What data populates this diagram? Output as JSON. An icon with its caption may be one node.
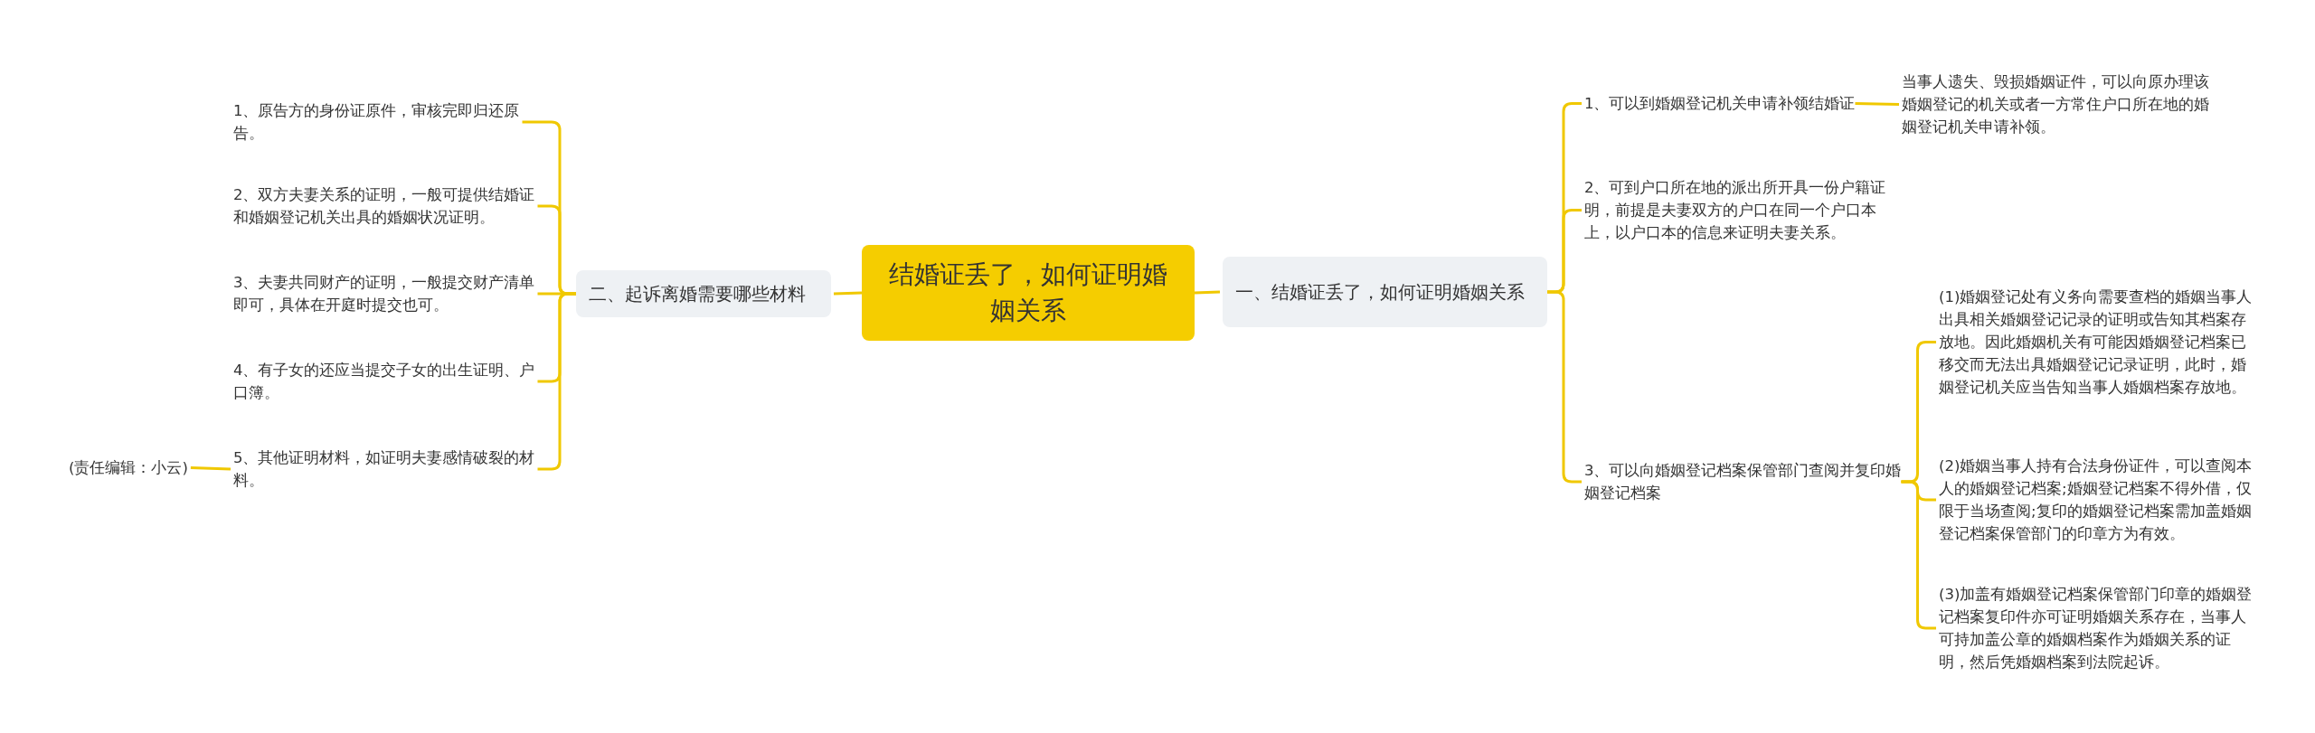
{
  "diagram": {
    "nodes": [
      {
        "text": [
          "结婚证丢了，如何证明婚姻关系"
        ]
      },
      {
        "text": [
          "二、起诉离婚需要哪些材料"
        ]
      },
      {
        "text": [
          "1、原告方的身份证原件，审核完即归还原告。"
        ]
      },
      {
        "text": [
          "2、双方夫妻关系的证明，一般可提供结婚证和婚姻登记机关出具的婚姻状况证明。"
        ]
      },
      {
        "text": [
          "3、夫妻共同财产的证明，一般提交财产清单即可，具体在开庭时提交也可。"
        ]
      },
      {
        "text": [
          "4、有子女的还应当提交子女的出生证明、户口簿。"
        ]
      },
      {
        "text": [
          "5、其他证明材料，如证明夫妻感情破裂的材料。"
        ]
      },
      {
        "text": [
          "(责任编辑：小云)"
        ]
      },
      {
        "text": [
          "一、结婚证丢了，如何证明婚姻关系"
        ]
      },
      {
        "text": [
          "1、可以到婚姻登记机关申请补领结婚证"
        ]
      },
      {
        "text": [
          "当事人遗失、毁损婚姻证件，可以向原办理该婚姻登记的机关或者一方常住户口所在地的婚姻登记机关申请补领。"
        ]
      },
      {
        "text": [
          "2、可到户口所在地的派出所开具一份户籍证明，前提是夫妻双方的户口在同一个户口本上，以户口本的信息来证明夫妻关系。"
        ]
      },
      {
        "text": [
          "3、可以向婚姻登记档案保管部门查阅并复印婚姻登记档案"
        ]
      },
      {
        "text": [
          "(1)婚姻登记处有义务向需要查档的婚姻当事人出具相关婚姻登记记录的证明或告知其档案存放地。因此婚姻机关有可能因婚姻登记档案已移交而无法出具婚姻登记记录证明，此时，婚姻登记机关应当告知当事人婚姻档案存放地。"
        ]
      },
      {
        "text": [
          "(2)婚姻当事人持有合法身份证件，可以查阅本人的婚姻登记档案;婚姻登记档案不得外借，仅限于当场查阅;复印的婚姻登记档案需加盖婚姻登记档案保管部门的印章方为有效。"
        ]
      },
      {
        "text": [
          "(3)加盖有婚姻登记档案保管部门印章的婚姻登记档案复印件亦可证明婚姻关系存在，当事人可持加盖公章的婚姻档案作为婚姻关系的证明，然后凭婚姻档案到法院起诉。"
        ]
      }
    ],
    "edges": [
      {
        "from": 0,
        "to": 1,
        "arrow": "none"
      },
      {
        "from": 1,
        "to": 2,
        "arrow": "none"
      },
      {
        "from": 1,
        "to": 3,
        "arrow": "none"
      },
      {
        "from": 1,
        "to": 4,
        "arrow": "none"
      },
      {
        "from": 1,
        "to": 5,
        "arrow": "none"
      },
      {
        "from": 1,
        "to": 6,
        "arrow": "none"
      },
      {
        "from": 6,
        "to": 7,
        "arrow": "none"
      },
      {
        "from": 0,
        "to": 8,
        "arrow": "none"
      },
      {
        "from": 8,
        "to": 9,
        "arrow": "none"
      },
      {
        "from": 9,
        "to": 10,
        "arrow": "none"
      },
      {
        "from": 8,
        "to": 11,
        "arrow": "none"
      },
      {
        "from": 8,
        "to": 12,
        "arrow": "none"
      },
      {
        "from": 12,
        "to": 13,
        "arrow": "none"
      },
      {
        "from": 12,
        "to": 14,
        "arrow": "none"
      },
      {
        "from": 12,
        "to": 15,
        "arrow": "none"
      }
    ]
  }
}
